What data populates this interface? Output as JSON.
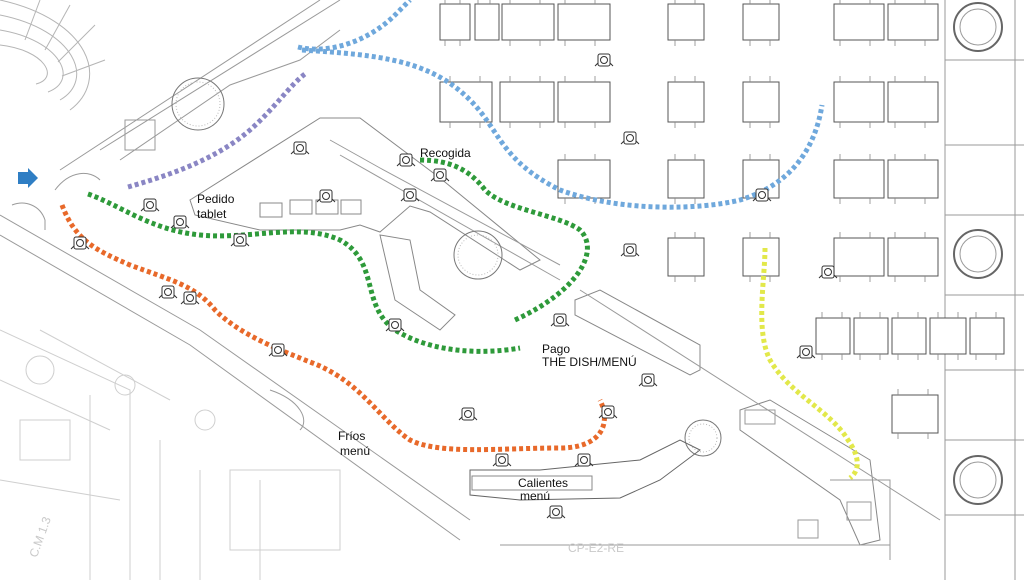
{
  "labels": {
    "pedido": [
      "Pedido",
      "tablet"
    ],
    "recogida": "Recogida",
    "pago": [
      "Pago",
      "THE DISH/MENÚ"
    ],
    "frios": [
      "Fríos",
      "menú"
    ],
    "calientes": [
      "Calientes",
      "menú"
    ],
    "faint_code": "CP-E2-RE",
    "faint_cm": "C.M 1.3"
  },
  "colors": {
    "purple": "#8a86c4",
    "blue": "#6fa8dc",
    "green": "#2e9a3a",
    "orange": "#e8692a",
    "yellow": "#e2e84a",
    "entry_arrow": "#2f7ec4"
  },
  "icons": [
    "entry-arrow-icon",
    "person-icon"
  ]
}
